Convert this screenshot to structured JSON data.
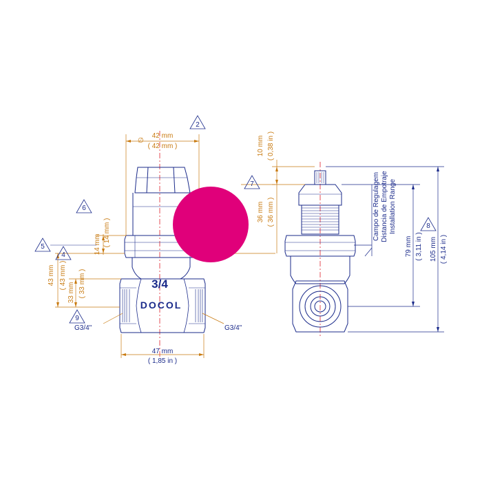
{
  "colors": {
    "outline": "#1a2a8a",
    "dimension": "#c87a10",
    "centerline": "#e0202a",
    "marker": "#e0007a"
  },
  "callouts": [
    "2",
    "6",
    "5",
    "4",
    "9",
    "7",
    "8"
  ],
  "front_view": {
    "dim_diameter_label": "∅",
    "dim_top_mm": "42 mm",
    "dim_top_alt": "( 42 mm )",
    "dim_left_mm": "14 mm",
    "dim_left_alt": "( 14 mm )",
    "dim_43_mm": "43 mm",
    "dim_43_alt": "( 43 mm )",
    "dim_33_mm": "33 mm",
    "dim_33_alt": "( 33 mm )",
    "thread_left": "G3/4\"",
    "thread_right": "G3/4\"",
    "width_mm": "47 mm",
    "width_in": "( 1,85 in )",
    "size_mark": "3/4",
    "brand": "DOCOL"
  },
  "side_view": {
    "top_mm": "10 mm",
    "top_in": "( 0,38 in )",
    "adj_mm": "36 mm",
    "adj_alt": "( 36 mm )",
    "range_line1": "Campo de Regulagem",
    "range_line2": "Distancia de Empotraje",
    "range_line3": "Installation Range",
    "h79_mm": "79 mm",
    "h79_in": "( 3,11 in )",
    "h105_mm": "105 mm",
    "h105_in": "( 4,14 in )"
  }
}
